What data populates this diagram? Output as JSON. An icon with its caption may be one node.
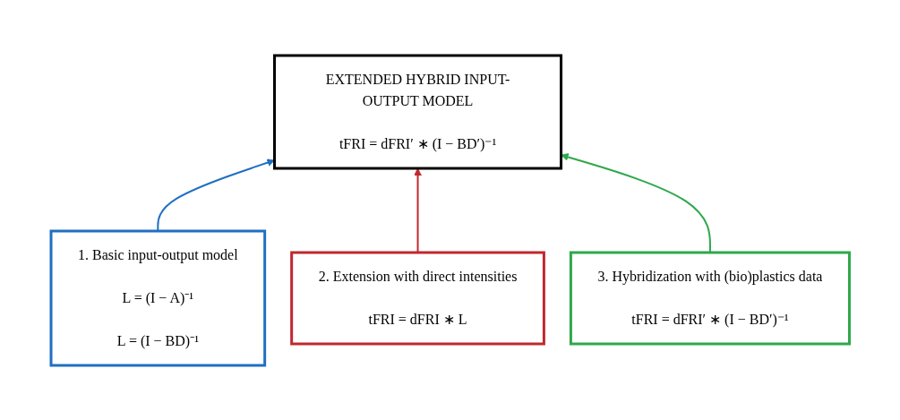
{
  "diagram": {
    "nodes": [
      {
        "text": [
          "EXTENDED HYBRID INPUT-OUTPUT MODEL",
          "tFRI = dFRI′ ∗ (I − BD′)⁻¹"
        ]
      },
      {
        "text": [
          "1. Basic input-output model",
          "L = (I − A)⁻¹",
          "L = (I − BD)⁻¹"
        ]
      },
      {
        "text": [
          "2. Extension with direct intensities",
          "tFRI = dFRI ∗ L"
        ]
      },
      {
        "text": [
          "3. Hybridization with (bio)plastics data",
          "tFRI = dFRI′ ∗ (I − BD′)⁻¹"
        ]
      }
    ],
    "edges": [
      {
        "from": 1,
        "to": 0,
        "arrow": "to",
        "color": "#1f6fc1"
      },
      {
        "from": 2,
        "to": 0,
        "arrow": "to",
        "color": "#c0282d"
      },
      {
        "from": 3,
        "to": 0,
        "arrow": "to",
        "color": "#2ea84a"
      }
    ]
  }
}
